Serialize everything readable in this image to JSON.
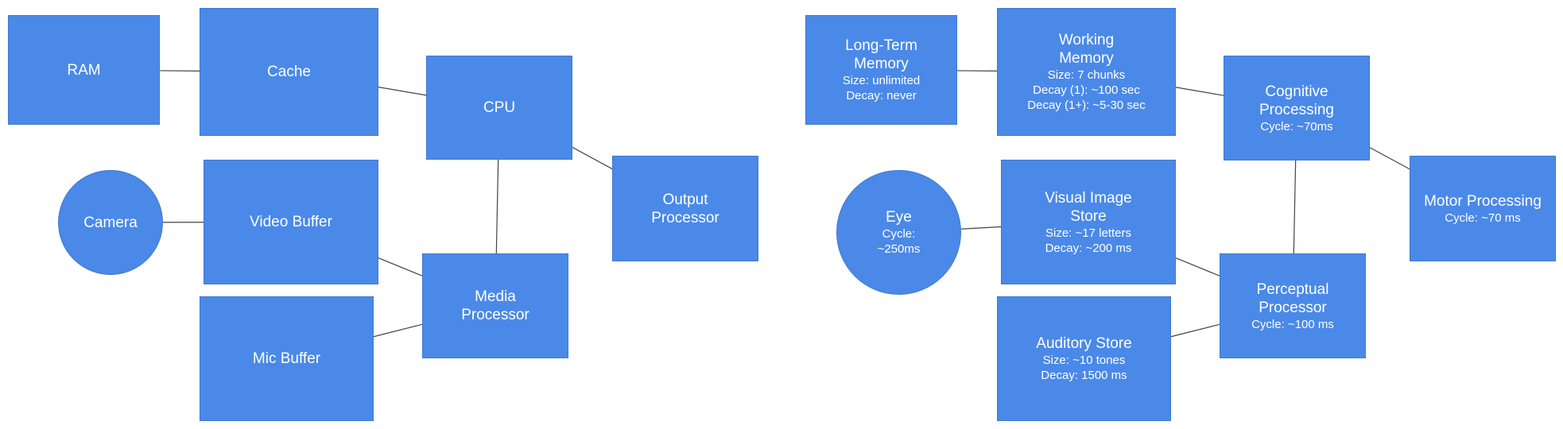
{
  "colors": {
    "node_fill": "#4A89E8",
    "node_border": "#3F78CF",
    "text": "#FFFFFF",
    "edge": "#444444"
  },
  "nodes": [
    {
      "id": "ram",
      "shape": "rect",
      "title": "RAM",
      "details": []
    },
    {
      "id": "cache",
      "shape": "rect",
      "title": "Cache",
      "details": []
    },
    {
      "id": "cpu",
      "shape": "rect",
      "title": "CPU",
      "details": []
    },
    {
      "id": "camera",
      "shape": "circle",
      "title": "Camera",
      "details": []
    },
    {
      "id": "video-buffer",
      "shape": "rect",
      "title": "Video Buffer",
      "details": []
    },
    {
      "id": "output-processor",
      "shape": "rect",
      "title": "Output\nProcessor",
      "details": []
    },
    {
      "id": "mic-buffer",
      "shape": "rect",
      "title": "Mic Buffer",
      "details": []
    },
    {
      "id": "media-processor",
      "shape": "rect",
      "title": "Media\nProcessor",
      "details": []
    },
    {
      "id": "long-term-memory",
      "shape": "rect",
      "title": "Long-Term\nMemory",
      "details": [
        "Size: unlimited",
        "Decay: never"
      ]
    },
    {
      "id": "working-memory",
      "shape": "rect",
      "title": "Working\nMemory",
      "details": [
        "Size: 7 chunks",
        "Decay (1): ~100 sec",
        "Decay (1+): ~5-30 sec"
      ]
    },
    {
      "id": "cognitive-processing",
      "shape": "rect",
      "title": "Cognitive\nProcessing",
      "details": [
        "Cycle: ~70ms"
      ]
    },
    {
      "id": "eye",
      "shape": "circle",
      "title": "Eye",
      "details": [
        "Cycle:\n~250ms"
      ]
    },
    {
      "id": "visual-image-store",
      "shape": "rect",
      "title": "Visual Image\nStore",
      "details": [
        "Size: ~17 letters",
        "Decay: ~200 ms"
      ]
    },
    {
      "id": "motor-processing",
      "shape": "rect",
      "title": "Motor Processing",
      "details": [
        "Cycle: ~70 ms"
      ]
    },
    {
      "id": "perceptual-processor",
      "shape": "rect",
      "title": "Perceptual\nProcessor",
      "details": [
        "Cycle: ~100 ms"
      ]
    },
    {
      "id": "auditory-store",
      "shape": "rect",
      "title": "Auditory Store",
      "details": [
        "Size: ~10 tones",
        "Decay: 1500 ms"
      ]
    }
  ],
  "edges": [
    {
      "from": "ram",
      "to": "cache"
    },
    {
      "from": "cache",
      "to": "cpu"
    },
    {
      "from": "cpu",
      "to": "output-processor"
    },
    {
      "from": "cpu",
      "to": "media-processor"
    },
    {
      "from": "camera",
      "to": "video-buffer"
    },
    {
      "from": "video-buffer",
      "to": "media-processor"
    },
    {
      "from": "mic-buffer",
      "to": "media-processor"
    },
    {
      "from": "long-term-memory",
      "to": "working-memory"
    },
    {
      "from": "working-memory",
      "to": "cognitive-processing"
    },
    {
      "from": "cognitive-processing",
      "to": "motor-processing"
    },
    {
      "from": "cognitive-processing",
      "to": "perceptual-processor"
    },
    {
      "from": "eye",
      "to": "visual-image-store"
    },
    {
      "from": "visual-image-store",
      "to": "perceptual-processor"
    },
    {
      "from": "auditory-store",
      "to": "perceptual-processor"
    }
  ]
}
